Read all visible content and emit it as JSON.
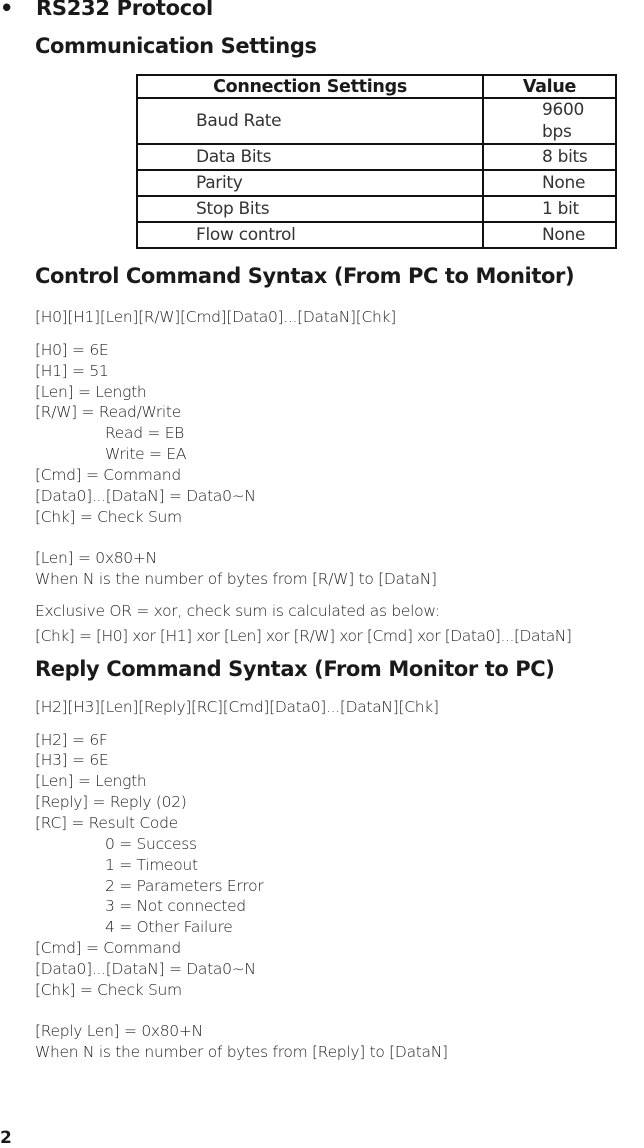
{
  "section_title": "RS232 Protocol",
  "bullet": "•",
  "communication": {
    "heading": "Communication Settings",
    "table": {
      "headers": [
        "Connection Settings",
        "Value"
      ],
      "rows": [
        [
          "Baud Rate",
          "9600 bps"
        ],
        [
          "Data Bits",
          "8 bits"
        ],
        [
          "Parity",
          "None"
        ],
        [
          "Stop Bits",
          "1 bit"
        ],
        [
          "Flow control",
          "None"
        ]
      ]
    }
  },
  "control": {
    "heading": "Control Command Syntax (From PC to Monitor)",
    "syntax": "[H0][H1][Len][R/W][Cmd][Data0]...[DataN][Chk]",
    "defs": [
      "[H0] = 6E",
      "[H1] = 51",
      "[Len] = Length",
      "[R/W] = Read/Write"
    ],
    "rw_values": [
      "Read = EB",
      "Write = EA"
    ],
    "defs2": [
      "[Cmd] = Command",
      "[Data0]...[DataN] = Data0~N",
      "[Chk] = Check Sum"
    ],
    "len_formula": "[Len] = 0x80+N",
    "len_note": "When N is the number of bytes from [R/W] to [DataN]",
    "xor_note": "Exclusive OR = xor, check sum is calculated as below:",
    "chk_formula": "[Chk] = [H0] xor [H1] xor [Len] xor [R/W] xor [Cmd] xor [Data0]...[DataN]"
  },
  "reply": {
    "heading": "Reply Command Syntax (From Monitor to PC)",
    "syntax": "[H2][H3][Len][Reply][RC][Cmd][Data0]...[DataN][Chk]",
    "defs": [
      "[H2] = 6F",
      "[H3] = 6E",
      "[Len] = Length",
      "[Reply] = Reply (02)",
      "[RC] = Result Code"
    ],
    "result_codes": [
      "0 = Success",
      "1 = Timeout",
      "2 = Parameters Error",
      "3 = Not connected",
      "4 = Other Failure"
    ],
    "defs2": [
      "[Cmd] = Command",
      "[Data0]...[DataN] = Data0~N",
      "[Chk] = Check Sum"
    ],
    "len_formula": "[Reply Len] = 0x80+N",
    "len_note": "When N is the number of bytes from [Reply] to [DataN]"
  },
  "page_number": "2"
}
